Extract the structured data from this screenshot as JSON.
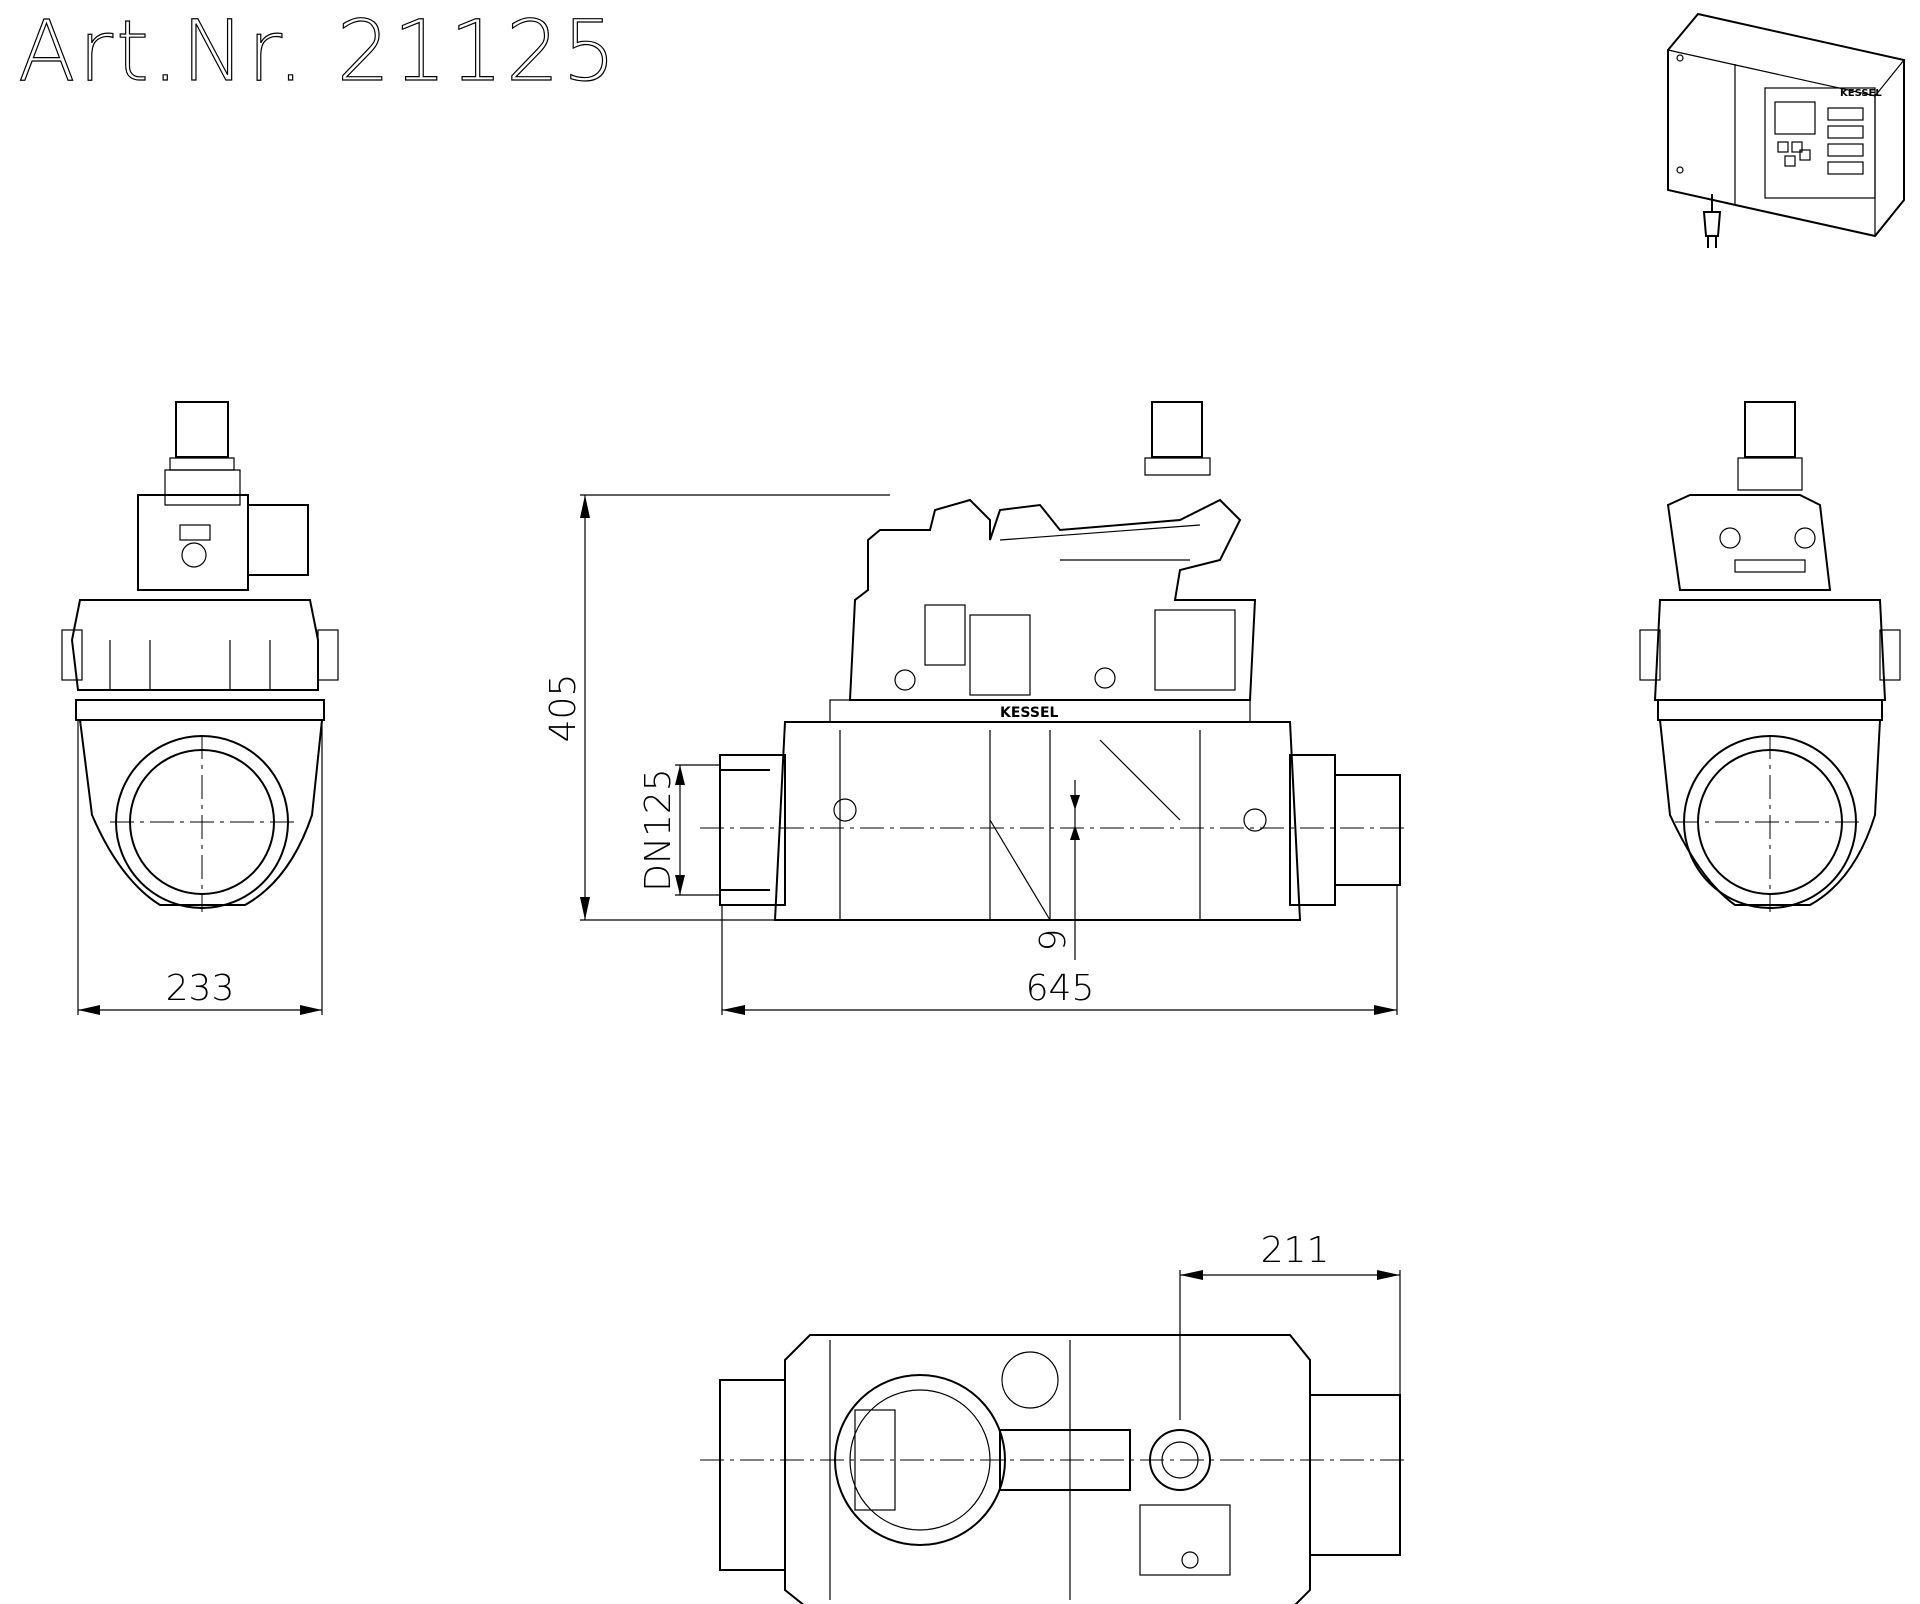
{
  "title": "Art.Nr.  21125",
  "dimensions": {
    "width_front": "233",
    "length_side": "645",
    "height_side": "405",
    "nominal_diameter": "DN125",
    "offset": "9",
    "top_offset": "211"
  },
  "logo_text": "KESSEL"
}
